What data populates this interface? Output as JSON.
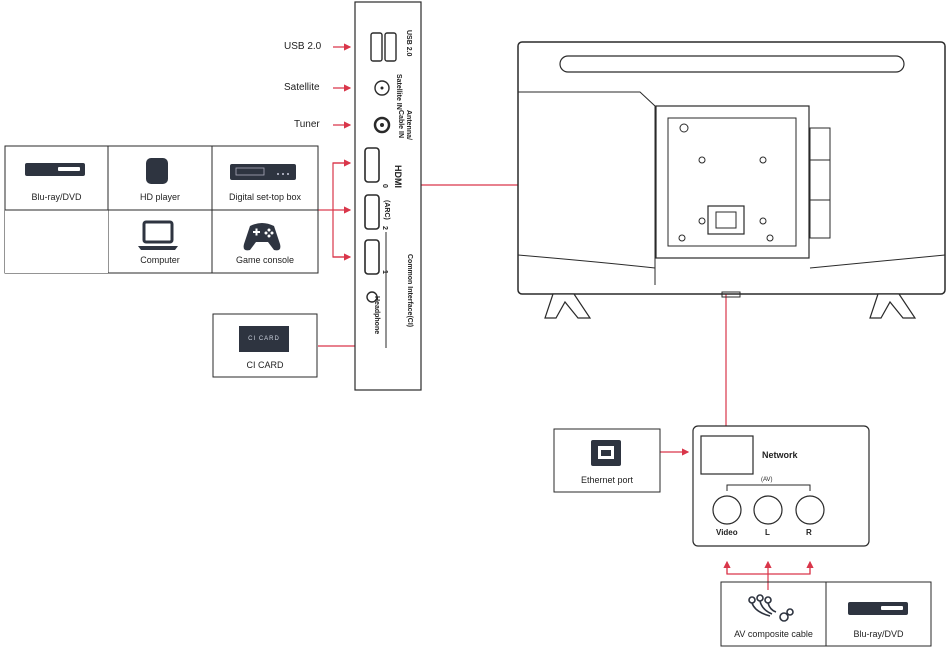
{
  "colors": {
    "connector": "#d9364a",
    "outline": "#2a2a2a",
    "device": "#2e3440"
  },
  "left_labels": {
    "usb": "USB 2.0",
    "satellite": "Satellite",
    "tuner": "Tuner"
  },
  "panel": {
    "usb": "USB 2.0",
    "satellite_in": "Satellite IN",
    "antenna_in": "Antenna/ Cable IN",
    "hdmi_brand": "HDMI",
    "hdmi_0": "0",
    "arc": "(ARC)",
    "hdmi_2": "2",
    "hdmi_1": "1",
    "headphone": "Headphone",
    "common_interface": "Common Interface(CI)"
  },
  "devices": {
    "bluray_top": "Blu-ray/DVD",
    "hd_player": "HD player",
    "settop": "Digital set-top box",
    "computer": "Computer",
    "game_console": "Game console",
    "ci_card": "CI CARD",
    "ci_card_text": "CI CARD",
    "ethernet": "Ethernet port",
    "av_cable": "AV composite cable",
    "bluray_bottom": "Blu-ray/DVD"
  },
  "side_panel": {
    "network": "Network",
    "av_in": "(AV)",
    "video": "Video",
    "l": "L",
    "r": "R"
  }
}
